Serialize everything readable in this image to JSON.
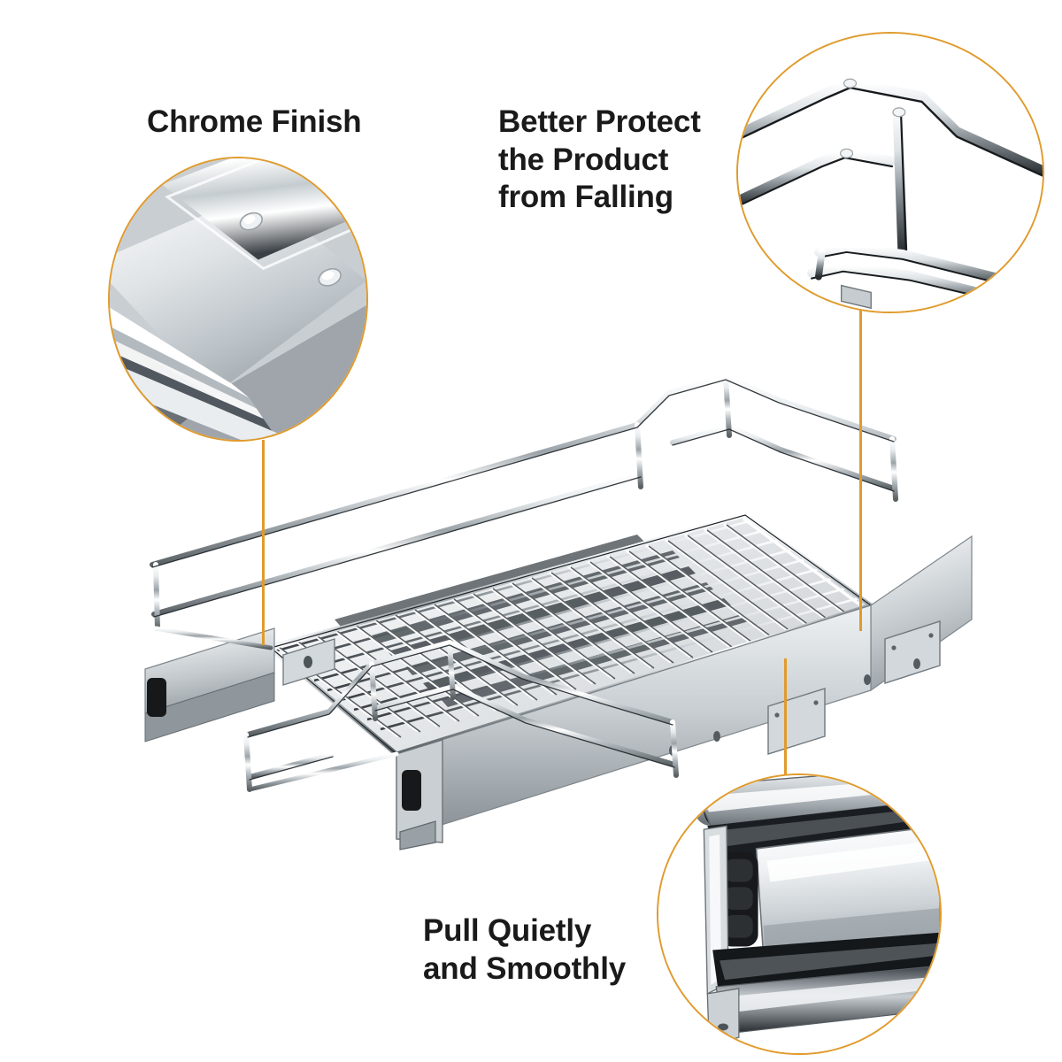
{
  "page": {
    "type": "product-feature-infographic",
    "background_color": "#ffffff",
    "product_name": "Chrome wire pull-out cabinet basket drawer"
  },
  "theme": {
    "accent_color": "#e09b2d",
    "text_color": "#1a1a1a",
    "chrome_light": "#f2f4f5",
    "chrome_mid": "#b9bfc4",
    "chrome_dark": "#5d6468",
    "chrome_shadow": "#2b2f33"
  },
  "callouts": [
    {
      "id": "chrome-finish",
      "label": "Chrome Finish",
      "position": "top-left",
      "bubble_shape": "circle",
      "bubble_border_color": "#e09b2d",
      "leader_line_color": "#e09b2d",
      "photo_subject": "close-up of polished chrome basket corner and side rail"
    },
    {
      "id": "better-protect",
      "label": "Better Protect\nthe Product\nfrom Falling",
      "position": "top-right",
      "bubble_shape": "circle",
      "bubble_border_color": "#e09b2d",
      "leader_line_color": "#e09b2d",
      "photo_subject": "close-up of raised chrome wire guard rails on basket corner"
    },
    {
      "id": "pull-quietly",
      "label": "Pull Quietly\nand Smoothly",
      "position": "bottom-right",
      "bubble_shape": "circle",
      "bubble_border_color": "#e09b2d",
      "leader_line_color": "#e09b2d",
      "photo_subject": "close-up of ball-bearing drawer slide rail with black roller"
    }
  ],
  "main_image": {
    "subject": "Chrome wire pull-out kitchen cabinet basket with side mounting slide rails",
    "view": "three-quarter isometric"
  }
}
